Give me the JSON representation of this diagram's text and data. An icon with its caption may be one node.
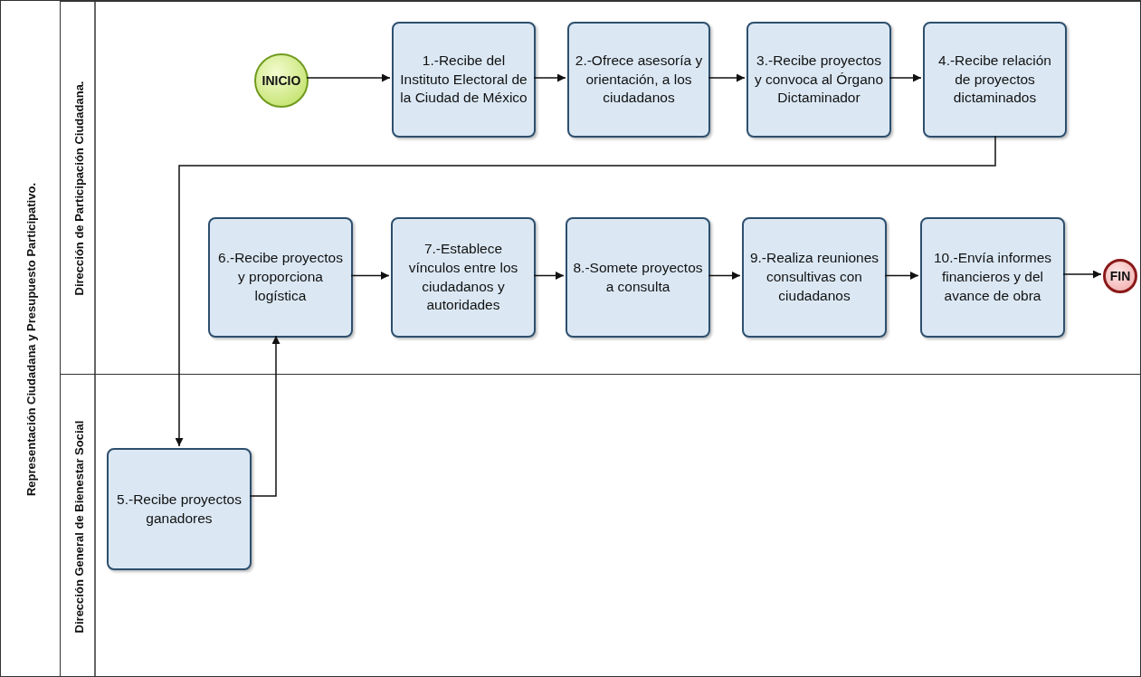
{
  "diagram": {
    "nodes": [
      {
        "text": [
          "Representación Ciudadana y Presupuesto Participativo."
        ]
      },
      {
        "text": [
          "Dirección de Participación Ciudadana."
        ],
        "in": 0
      },
      {
        "text": [
          "Dirección General de Bienestar Social"
        ],
        "in": 0
      },
      {
        "text": [
          "INICIO"
        ],
        "in": 1
      },
      {
        "text": [
          "1.-Recibe del Instituto Electoral de la Ciudad de México"
        ],
        "in": 1
      },
      {
        "text": [
          "2.-Ofrece asesoría y orientación, a los ciudadanos"
        ],
        "in": 1
      },
      {
        "text": [
          "3.-Recibe proyectos y convoca al Órgano Dictaminador"
        ],
        "in": 1
      },
      {
        "text": [
          "4.-Recibe relación de proyectos dictaminados"
        ],
        "in": 1
      },
      {
        "text": [
          "5.-Recibe proyectos ganadores"
        ],
        "in": 2
      },
      {
        "text": [
          "6.-Recibe proyectos y proporciona logística"
        ],
        "in": 1
      },
      {
        "text": [
          "7.-Establece vínculos entre los ciudadanos y autoridades"
        ],
        "in": 1
      },
      {
        "text": [
          "8.-Somete proyectos a consulta"
        ],
        "in": 1
      },
      {
        "text": [
          "9.-Realiza reuniones consultivas con ciudadanos"
        ],
        "in": 1
      },
      {
        "text": [
          "10.-Envía informes financieros y del avance de obra"
        ],
        "in": 1
      },
      {
        "text": [
          "FIN"
        ],
        "in": 1
      }
    ],
    "edges": [
      {
        "from": 3,
        "to": 4,
        "arrow": "to"
      },
      {
        "from": 4,
        "to": 5,
        "arrow": "to"
      },
      {
        "from": 5,
        "to": 6,
        "arrow": "to"
      },
      {
        "from": 6,
        "to": 7,
        "arrow": "to"
      },
      {
        "from": 7,
        "to": 8,
        "arrow": "to"
      },
      {
        "from": 8,
        "to": 9,
        "arrow": "to"
      },
      {
        "from": 9,
        "to": 10,
        "arrow": "to"
      },
      {
        "from": 10,
        "to": 11,
        "arrow": "to"
      },
      {
        "from": 11,
        "to": 12,
        "arrow": "to"
      },
      {
        "from": 12,
        "to": 13,
        "arrow": "to"
      },
      {
        "from": 13,
        "to": 14,
        "arrow": "to"
      }
    ]
  }
}
